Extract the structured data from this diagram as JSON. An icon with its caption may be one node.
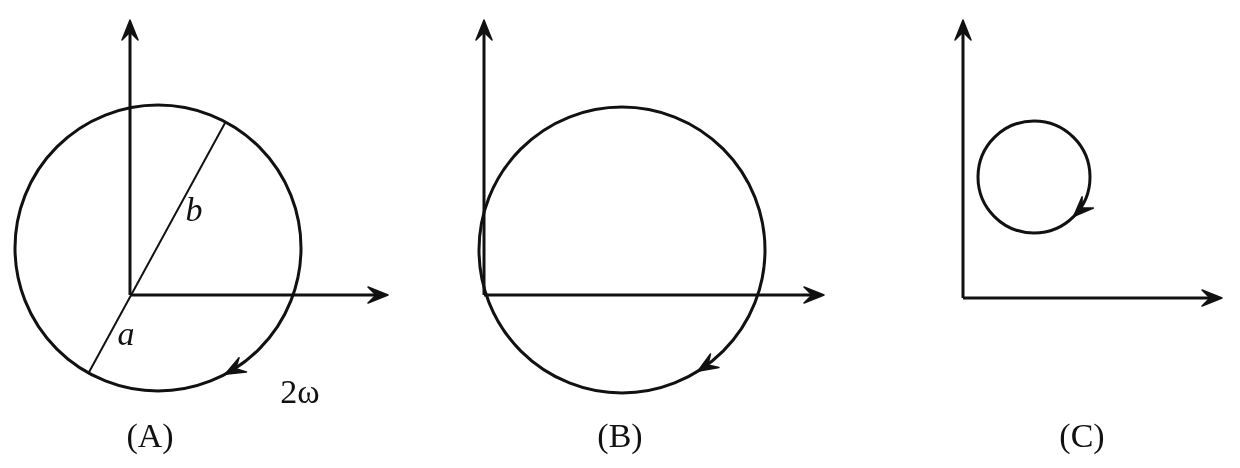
{
  "diagram": {
    "labels": [
      "b",
      "a",
      "2ω",
      "(A)",
      "(B)",
      "(C)"
    ]
  }
}
